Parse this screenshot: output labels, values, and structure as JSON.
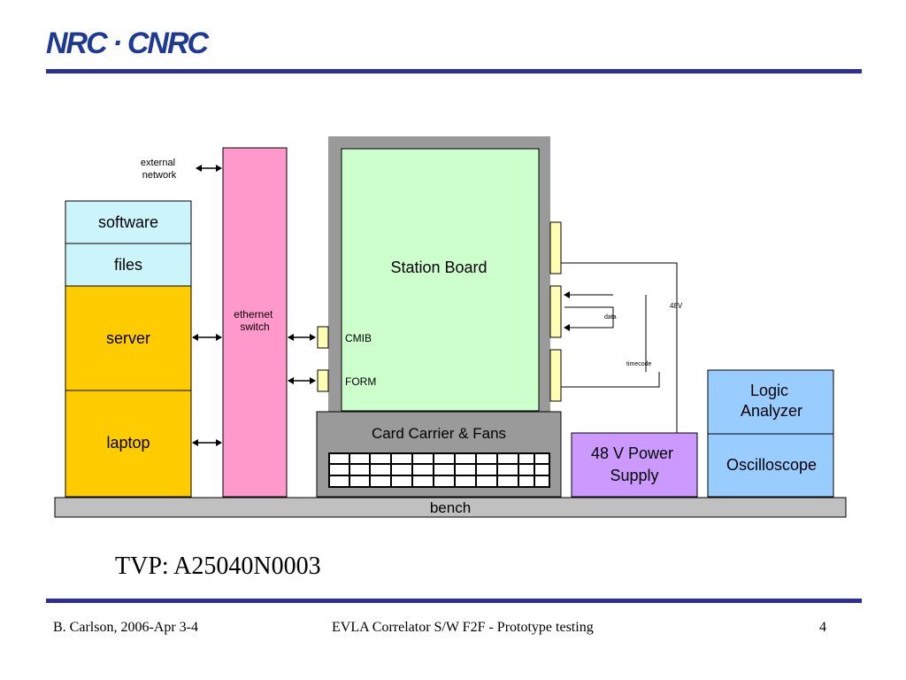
{
  "logo": "NRC · CNRC",
  "diagram": {
    "external_network": [
      "external",
      "network"
    ],
    "software": "software",
    "files": "files",
    "server": "server",
    "laptop": "laptop",
    "ethernet_switch": [
      "ethernet",
      "switch"
    ],
    "station_board": "Station Board",
    "cmib": "CMIB",
    "form": "FORM",
    "data": "data",
    "timecode": "timecode",
    "v48": "48V",
    "card_carrier": "Card Carrier & Fans",
    "power_supply": [
      "48 V Power",
      "Supply"
    ],
    "logic_analyzer": [
      "Logic",
      "Analyzer"
    ],
    "oscilloscope": "Oscilloscope",
    "bench": "bench",
    "colors": {
      "computer_top": "#ccf5fb",
      "computer_bottom": "#ffcc00",
      "switch": "#ff99cc",
      "station_board": "#ccffcc",
      "gray_frame": "#9a9a9a",
      "connector": "#ffffb3",
      "power": "#cc99ff",
      "instrument": "#99ccff",
      "bench": "#c0c0c0"
    }
  },
  "caption": "TVP: A25040N0003",
  "footer": {
    "left": "B. Carlson, 2006-Apr 3-4",
    "center": "EVLA Correlator S/W F2F - Prototype testing",
    "page": "4"
  }
}
